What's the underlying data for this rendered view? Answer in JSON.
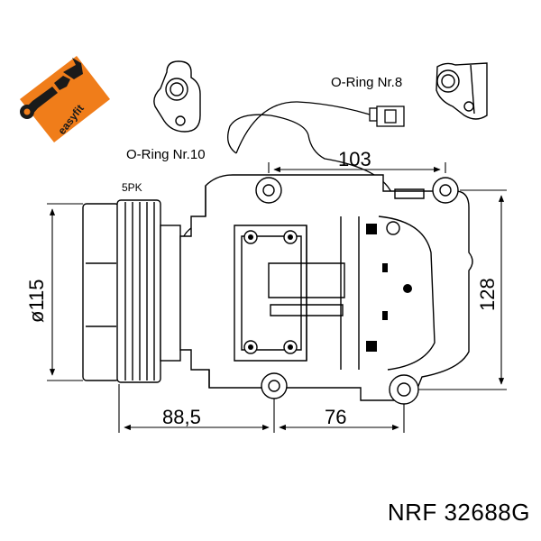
{
  "labels": {
    "oring_8": "O-Ring Nr.8",
    "oring_10": "O-Ring Nr.10",
    "pulley": "5PK"
  },
  "dimensions": {
    "d115": "ø115",
    "d103": "103",
    "d128": "128",
    "d88_5": "88,5",
    "d76": "76"
  },
  "logo": {
    "text": "easyfit",
    "bg_color": "#f07d1a"
  },
  "caption": "NRF 32688G",
  "colors": {
    "line": "#000000",
    "background": "#ffffff"
  }
}
